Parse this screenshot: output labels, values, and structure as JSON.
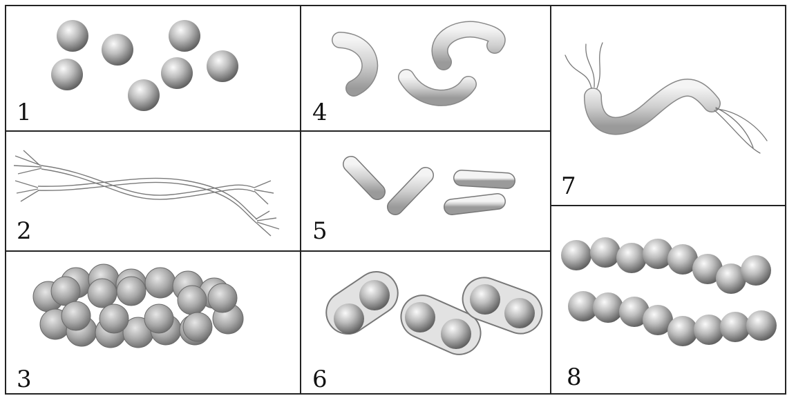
{
  "panels": [
    {
      "label": "1",
      "shape": "cocci"
    },
    {
      "label": "2",
      "shape": "spirochetes"
    },
    {
      "label": "3",
      "shape": "staphylococci"
    },
    {
      "label": "4",
      "shape": "vibrios"
    },
    {
      "label": "5",
      "shape": "bacilli"
    },
    {
      "label": "6",
      "shape": "diplococci-in-capsules"
    },
    {
      "label": "7",
      "shape": "spirillum-with-flagella"
    },
    {
      "label": "8",
      "shape": "streptococci"
    }
  ],
  "colors": {
    "border": "#222222",
    "sphere_light": "#f2f2f2",
    "sphere_dark": "#6e6e6e",
    "rod_fill": "#d9d9d9",
    "rod_stroke": "#8a8a8a",
    "capsule_fill": "#e4e4e4",
    "line": "#777777"
  }
}
